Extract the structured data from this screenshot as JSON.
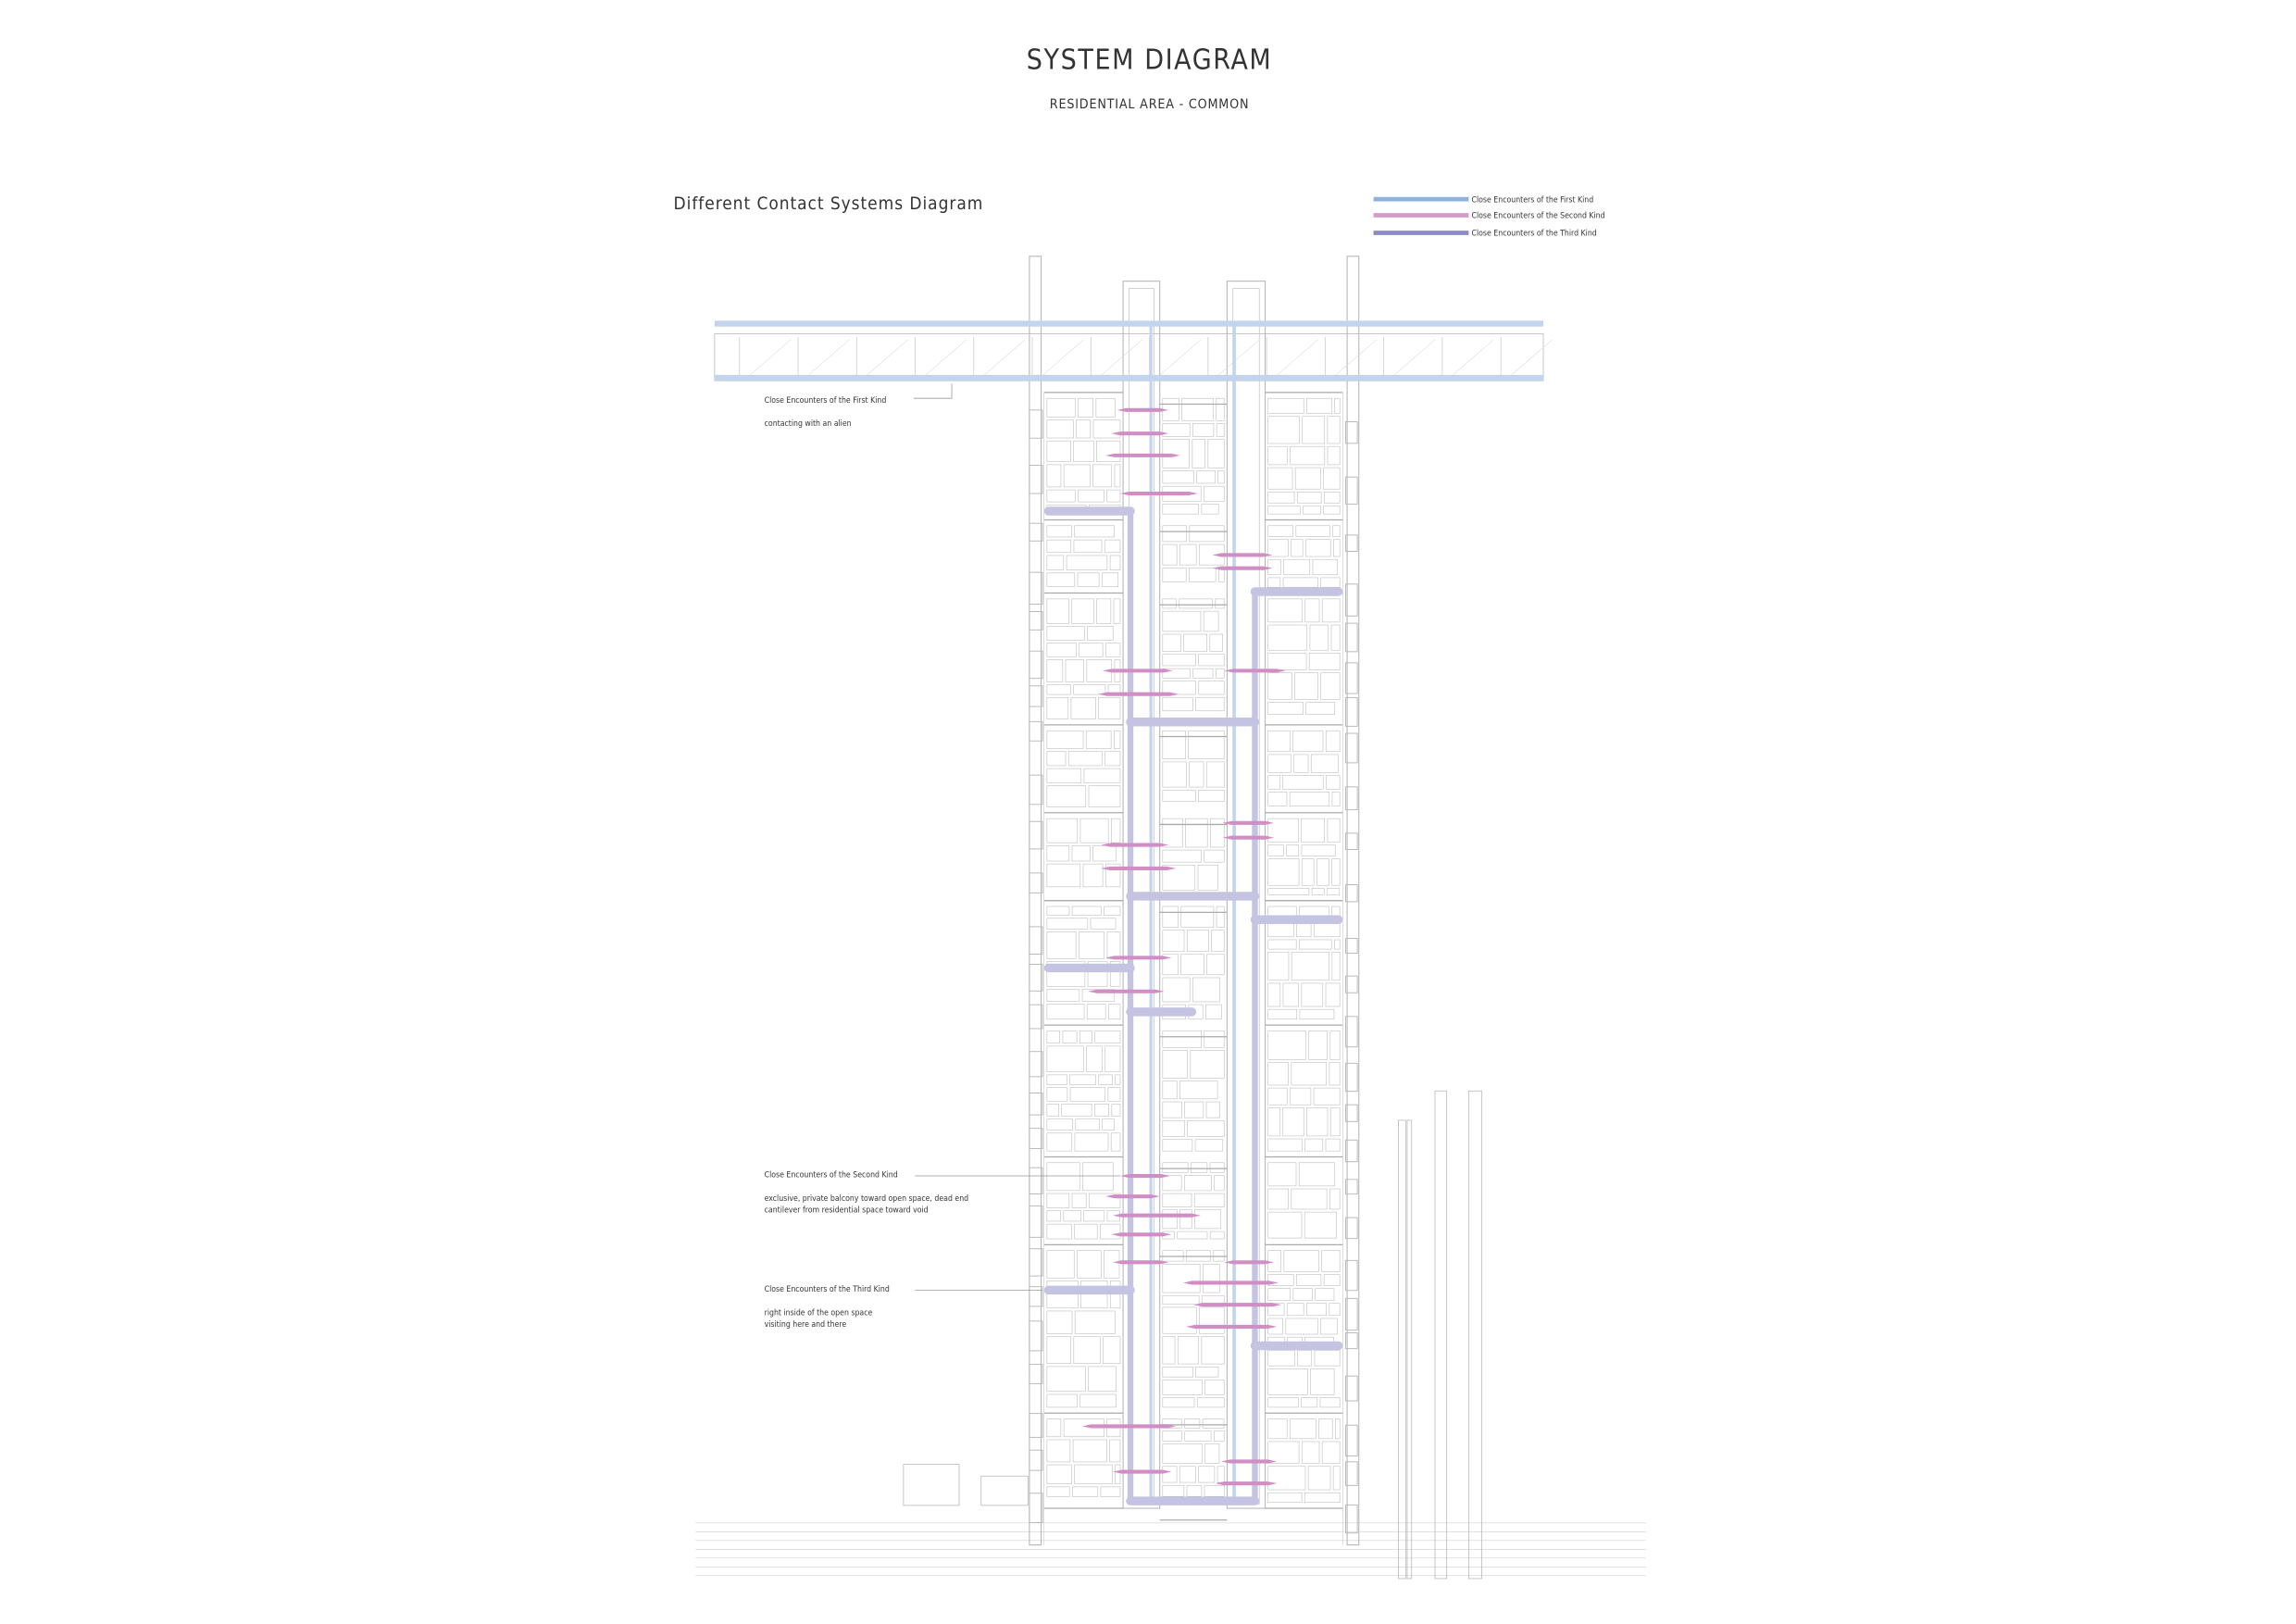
{
  "header": {
    "title": "SYSTEM DIAGRAM",
    "subtitle": "RESIDENTIAL AREA - COMMON"
  },
  "diagram": {
    "heading": "Different Contact Systems Diagram",
    "legend": [
      {
        "label": "Close Encounters of the First Kind",
        "color": "#8fb1dd"
      },
      {
        "label": "Close Encounters of the Second Kind",
        "color": "#d49cc8"
      },
      {
        "label": "Close Encounters of the Third Kind",
        "color": "#8b8cc4"
      }
    ],
    "annotations": [
      {
        "title": "Close Encounters of the First Kind",
        "lines": [
          "contacting with an alien"
        ]
      },
      {
        "title": "Close Encounters of the Second Kind",
        "lines": [
          "exclusive, private balcony toward open space, dead end",
          "cantilever from residential space toward void"
        ]
      },
      {
        "title": "Close Encounters of the Third Kind",
        "lines": [
          "right inside of the open space",
          "visiting here and there"
        ]
      }
    ],
    "colors": {
      "first": "#c3d5ee",
      "second": "#d08ec4",
      "third": "#c4c4e2",
      "linework": "#b8b8b8"
    }
  }
}
